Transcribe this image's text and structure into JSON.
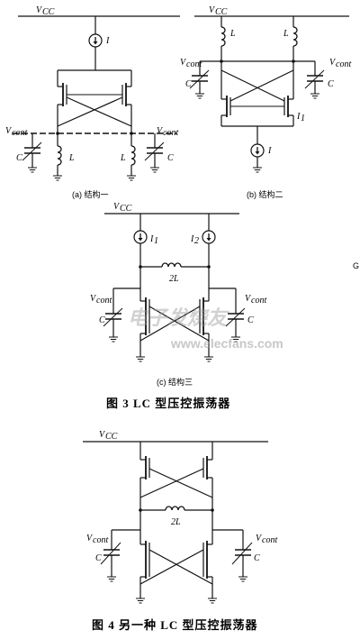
{
  "labels": {
    "vcc": "V",
    "vcc_sub": "CC",
    "vcont": "V",
    "vcont_sub": "cont",
    "I": "I",
    "I1": "I",
    "I1_sub": "1",
    "I2": "I",
    "I2_sub": "2",
    "L": "L",
    "C": "C",
    "twoL": "2L"
  },
  "subcaptions": {
    "a": "(a) 结构一",
    "b": "(b) 结构二",
    "c": "(c) 结构三"
  },
  "captions": {
    "fig3": "图 3   LC 型压控振荡器",
    "fig4": "图 4   另一种 LC 型压控振荡器"
  },
  "watermark": {
    "text": "www.elecfans.com",
    "cn": "电子发烧友"
  },
  "edge_mark": "G"
}
